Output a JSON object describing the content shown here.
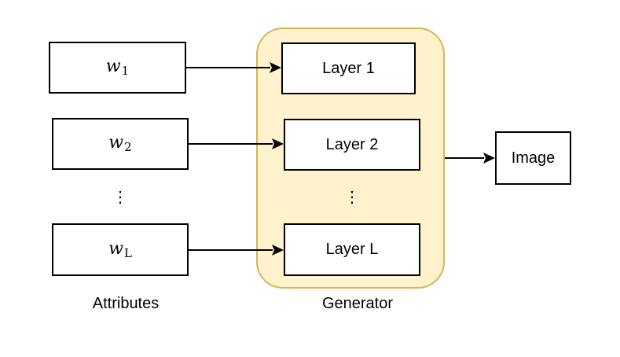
{
  "attributes": {
    "caption": "Attributes",
    "items": [
      {
        "base": "w",
        "sub": "1"
      },
      {
        "base": "w",
        "sub": "2"
      },
      {
        "base": "w",
        "sub": "L"
      }
    ],
    "ellipsis": "⋮"
  },
  "generator": {
    "caption": "Generator",
    "layers": [
      "Layer 1",
      "Layer 2",
      "Layer L"
    ],
    "ellipsis": "⋮",
    "fill_color": "#fff2cc",
    "border_color": "#d6b656"
  },
  "output": {
    "label": "Image"
  }
}
